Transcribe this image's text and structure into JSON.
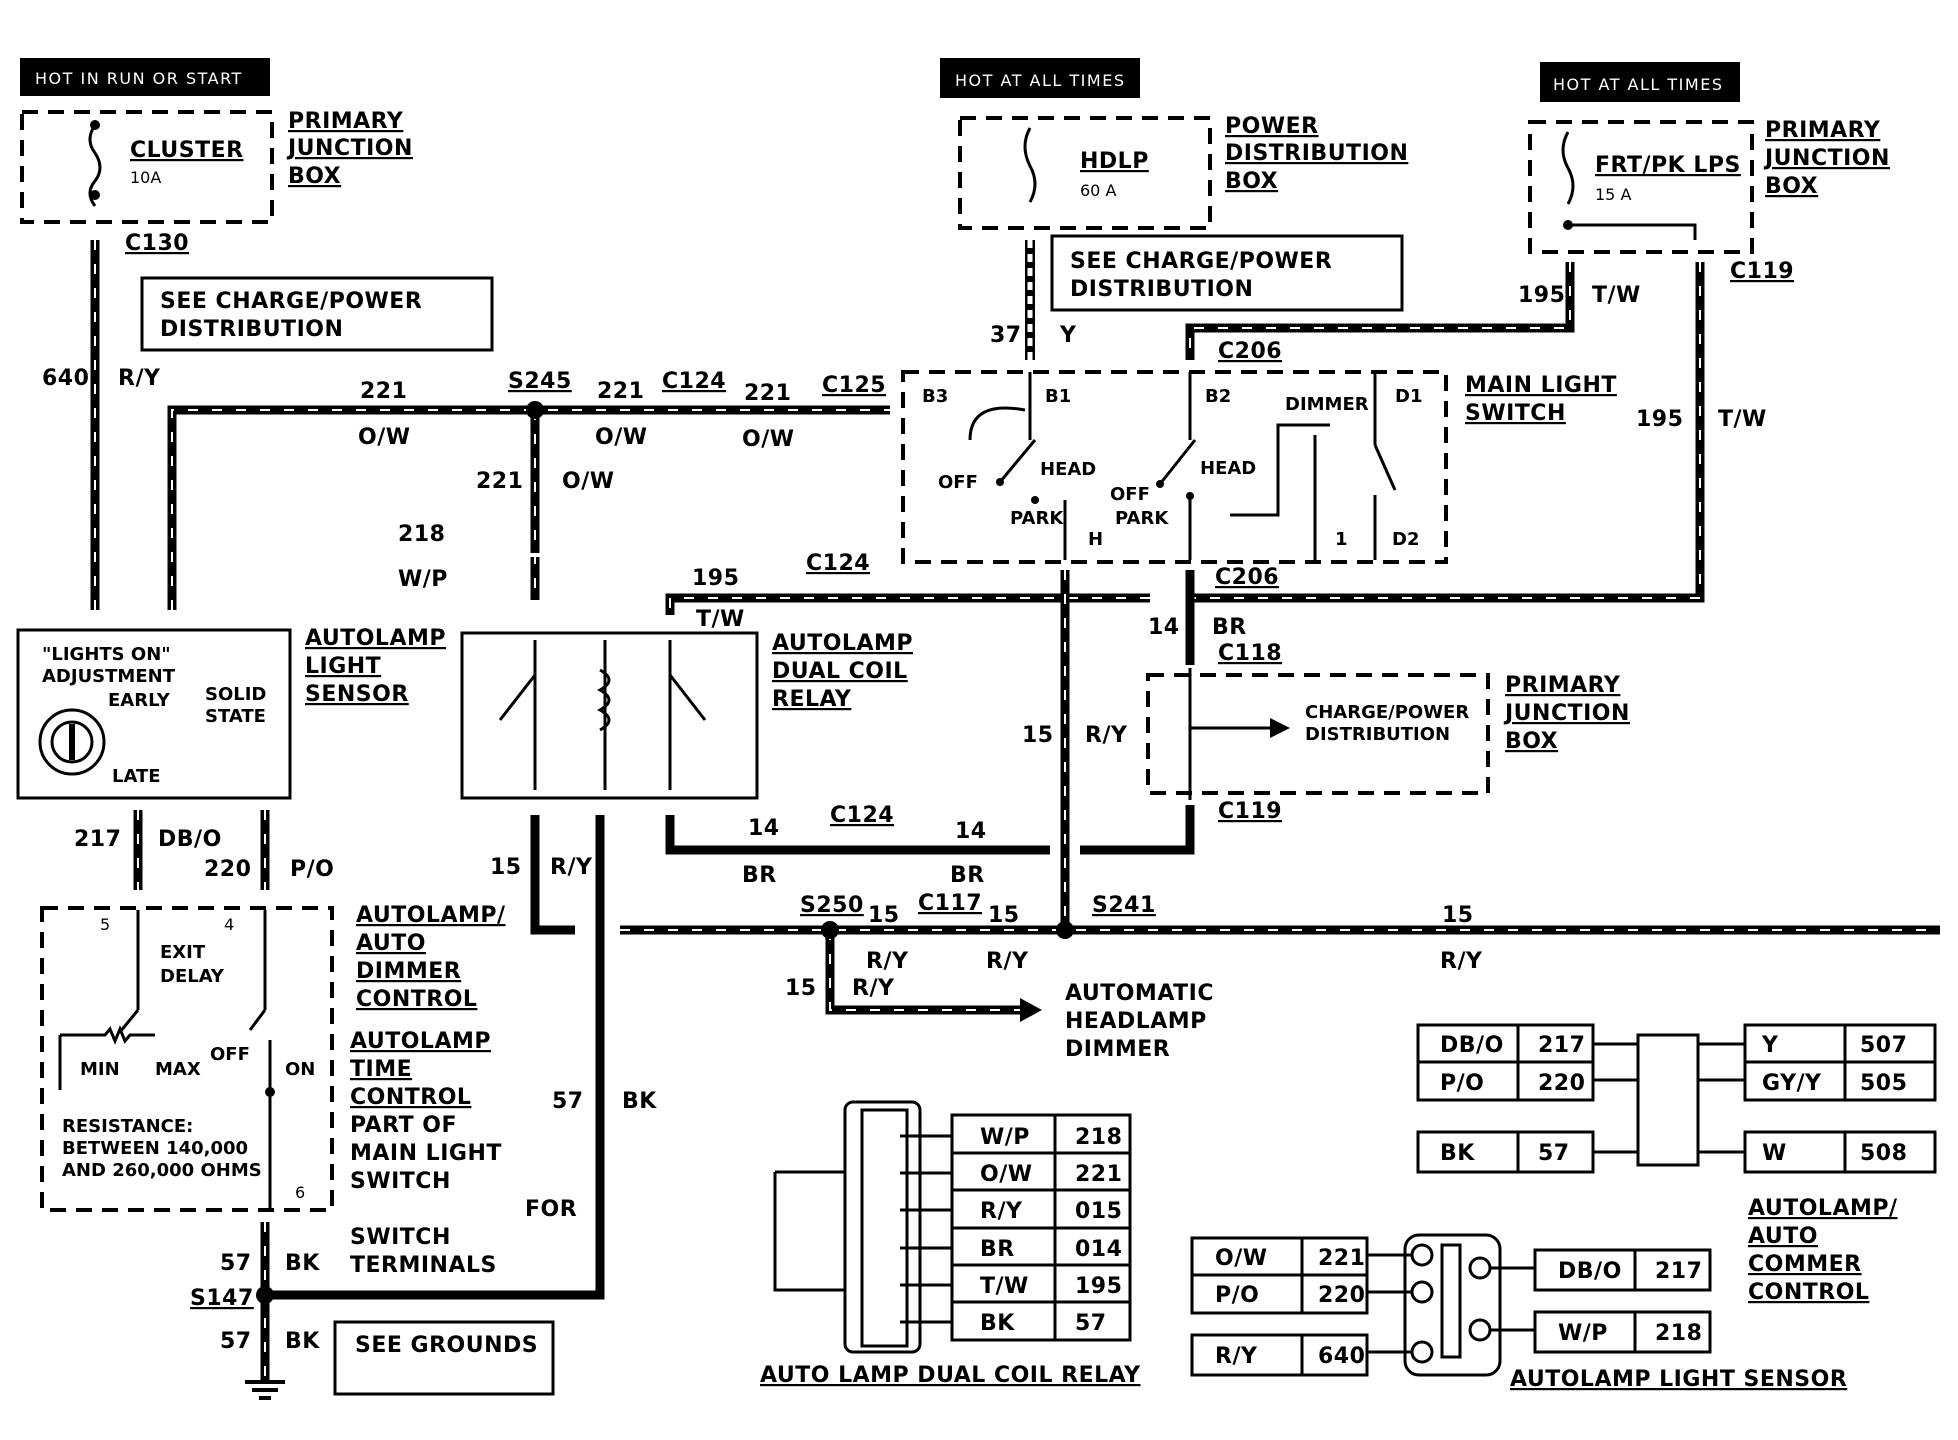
{
  "headers": {
    "hot_run_start": "HOT IN RUN OR START",
    "hot_all_times_1": "HOT AT ALL TIMES",
    "hot_all_times_2": "HOT AT ALL TIMES"
  },
  "fuses": {
    "cluster": {
      "name": "CLUSTER",
      "rating": "10A"
    },
    "hdlp": {
      "name": "HDLP",
      "rating": "60 A"
    },
    "frt_pk": {
      "name": "FRT/PK LPS",
      "rating": "15 A"
    }
  },
  "component_labels": {
    "pjb_left": [
      "PRIMARY",
      "JUNCTION",
      "BOX"
    ],
    "pdb": [
      "POWER",
      "DISTRIBUTION",
      "BOX"
    ],
    "pjb_right": [
      "PRIMARY",
      "JUNCTION",
      "BOX"
    ],
    "main_light_switch": [
      "MAIN LIGHT",
      "SWITCH"
    ],
    "autolamp_sensor": [
      "AUTOLAMP",
      "LIGHT",
      "SENSOR"
    ],
    "dual_coil_relay": [
      "AUTOLAMP",
      "DUAL COIL",
      "RELAY"
    ],
    "pjb_mid": [
      "PRIMARY",
      "JUNCTION",
      "BOX"
    ],
    "autolamp_auto_dimmer": [
      "AUTOLAMP/",
      "AUTO",
      "DIMMER",
      "CONTROL"
    ],
    "autolamp_time_control": [
      "AUTOLAMP",
      "TIME",
      "CONTROL"
    ],
    "part_of": [
      "PART OF",
      "MAIN LIGHT",
      "SWITCH"
    ],
    "auto_headlamp_dimmer": [
      "AUTOMATIC",
      "HEADLAMP",
      "DIMMER"
    ],
    "for_switch_terminals": [
      "FOR",
      "SWITCH",
      "TERMINALS"
    ]
  },
  "notes": {
    "see_charge_1": [
      "SEE CHARGE/POWER",
      "DISTRIBUTION"
    ],
    "see_charge_2": [
      "SEE CHARGE/POWER",
      "DISTRIBUTION"
    ],
    "see_grounds": "SEE GROUNDS",
    "charge_power_dist": [
      "CHARGE/POWER",
      "DISTRIBUTION"
    ],
    "resistance": [
      "RESISTANCE:",
      "BETWEEN 140,000",
      "AND 260,000 OHMS"
    ]
  },
  "sensor_text": {
    "lights_on": "\"LIGHTS ON\"",
    "adjustment": "ADJUSTMENT",
    "early": "EARLY",
    "late": "LATE",
    "solid": "SOLID",
    "state": "STATE"
  },
  "switch_text": {
    "b3": "B3",
    "b1": "B1",
    "b2": "B2",
    "d1": "D1",
    "d2": "D2",
    "dimmer": "DIMMER",
    "head1": "HEAD",
    "head2": "HEAD",
    "off1": "OFF",
    "off2": "OFF",
    "park1": "PARK",
    "park2": "PARK",
    "h": "H",
    "one": "1"
  },
  "timer_text": {
    "exit_delay": [
      "EXIT",
      "DELAY"
    ],
    "min": "MIN",
    "max": "MAX",
    "off": "OFF",
    "on": "ON",
    "pin5": "5",
    "pin4": "4",
    "pin6": "6"
  },
  "connectors": {
    "c130": "C130",
    "c119a": "C119",
    "c206a": "C206",
    "c125": "C125",
    "c124a": "C124",
    "s245": "S245",
    "c124b": "C124",
    "c206b": "C206",
    "c118": "C118",
    "c119b": "C119",
    "c124c": "C124",
    "s250": "S250",
    "c117": "C117",
    "s241": "S241",
    "s147": "S147"
  },
  "wires": {
    "w640": {
      "num": "640",
      "color": "R/Y"
    },
    "w221a": {
      "num": "221",
      "color": "O/W"
    },
    "w221b": {
      "num": "221",
      "color": "O/W"
    },
    "w221c": {
      "num": "221",
      "color": "O/W"
    },
    "w221d": {
      "num": "221",
      "color": "O/W"
    },
    "w37": {
      "num": "37",
      "color": "Y"
    },
    "w195a": {
      "num": "195",
      "color": "T/W"
    },
    "w195b": {
      "num": "195",
      "color": "T/W"
    },
    "w195c": {
      "num": "195",
      "color": "T/W"
    },
    "w218": {
      "num": "218",
      "color": "W/P"
    },
    "w14a": {
      "num": "14",
      "color": "BR"
    },
    "w14b": {
      "num": "14",
      "color": "BR"
    },
    "w14c": {
      "num": "14",
      "color": "BR"
    },
    "w15a": {
      "num": "15",
      "color": "R/Y"
    },
    "w15b": {
      "num": "15",
      "color": "R/Y"
    },
    "w15c": {
      "num": "15",
      "color": "R/Y"
    },
    "w15d": {
      "num": "15",
      "color": "R/Y"
    },
    "w15e": {
      "num": "15",
      "color": "R/Y"
    },
    "w15f": {
      "num": "15",
      "color": "R/Y"
    },
    "w217": {
      "num": "217",
      "color": "DB/O"
    },
    "w220": {
      "num": "220",
      "color": "P/O"
    },
    "w57a": {
      "num": "57",
      "color": "BK"
    },
    "w57b": {
      "num": "57",
      "color": "BK"
    },
    "w57c": {
      "num": "57",
      "color": "BK"
    }
  },
  "relay_pinout": {
    "title": "AUTO LAMP DUAL COIL RELAY",
    "rows": [
      {
        "color": "W/P",
        "num": "218"
      },
      {
        "color": "O/W",
        "num": "221"
      },
      {
        "color": "R/Y",
        "num": "015"
      },
      {
        "color": "BR",
        "num": "014"
      },
      {
        "color": "T/W",
        "num": "195"
      },
      {
        "color": "BK",
        "num": "57"
      }
    ]
  },
  "control_pinout": {
    "title": [
      "AUTOLAMP/",
      "AUTO",
      "COMMER",
      "CONTROL"
    ],
    "left": [
      {
        "color": "DB/O",
        "num": "217"
      },
      {
        "color": "P/O",
        "num": "220"
      },
      {
        "color": "BK",
        "num": "57"
      }
    ],
    "right": [
      {
        "color": "Y",
        "num": "507"
      },
      {
        "color": "GY/Y",
        "num": "505"
      },
      {
        "color": "W",
        "num": "508"
      }
    ]
  },
  "sensor_pinout": {
    "title": "AUTOLAMP LIGHT SENSOR",
    "left": [
      {
        "color": "O/W",
        "num": "221"
      },
      {
        "color": "P/O",
        "num": "220"
      },
      {
        "color": "R/Y",
        "num": "640"
      }
    ],
    "right": [
      {
        "color": "DB/O",
        "num": "217"
      },
      {
        "color": "W/P",
        "num": "218"
      }
    ]
  }
}
